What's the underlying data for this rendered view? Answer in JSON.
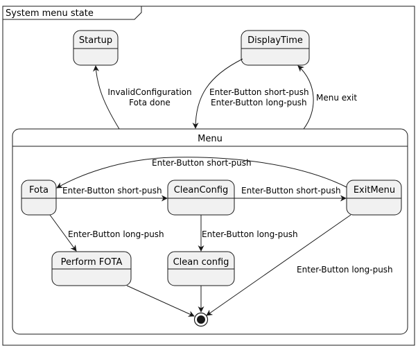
{
  "frame": {
    "title": "System menu state"
  },
  "states": {
    "startup": "Startup",
    "display_time": "DisplayTime",
    "menu": "Menu",
    "fota": "Fota",
    "clean_config": "CleanConfig",
    "exit_menu": "ExitMenu",
    "perform_fota": "Perform FOTA",
    "clean_config_action": "Clean config"
  },
  "transitions": {
    "menu_to_startup": [
      "InvalidConfiguration",
      "Fota done"
    ],
    "display_to_menu": [
      "Enter-Button short-push",
      "Enter-Button long-push"
    ],
    "menu_exit": "Menu exit",
    "exit_to_fota": "Enter-Button short-push",
    "fota_to_clean": "Enter-Button short-push",
    "clean_to_exit": "Enter-Button short-push",
    "fota_to_perform": "Enter-Button long-push",
    "clean_to_cleanaction": "Enter-Button long-push",
    "exit_to_end": "Enter-Button long-push"
  },
  "colors": {
    "state_fill": "#F1F1F1",
    "stroke": "#181818",
    "background": "#FFFFFF"
  }
}
